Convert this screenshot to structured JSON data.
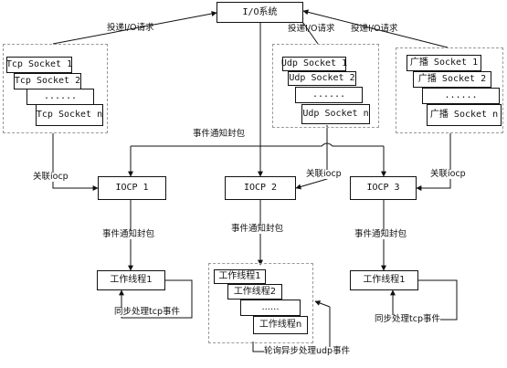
{
  "io_system": "I/O系统",
  "delivery_label": "投递I/O请求",
  "event_packet_label": "事件通知封包",
  "associate_label": "关联iocp",
  "tcp_sockets": [
    "Tcp Socket 1",
    "Tcp Socket 2",
    "......",
    "Tcp Socket n"
  ],
  "udp_sockets": [
    "Udp Socket 1",
    "Udp Socket 2",
    "......",
    "Udp Socket n"
  ],
  "broadcast_sockets": [
    "广播 Socket 1",
    "广播 Socket 2",
    "......",
    "广播 Socket n"
  ],
  "iocp": [
    "IOCP 1",
    "IOCP 2",
    "IOCP 3"
  ],
  "worker_thread": "工作线程1",
  "worker_threads_stack": [
    "工作线程1",
    "工作线程2",
    "......",
    "工作线程n"
  ],
  "sync_tcp_label": "同步处理tcp事件",
  "async_udp_label": "轮询异步处理udp事件"
}
